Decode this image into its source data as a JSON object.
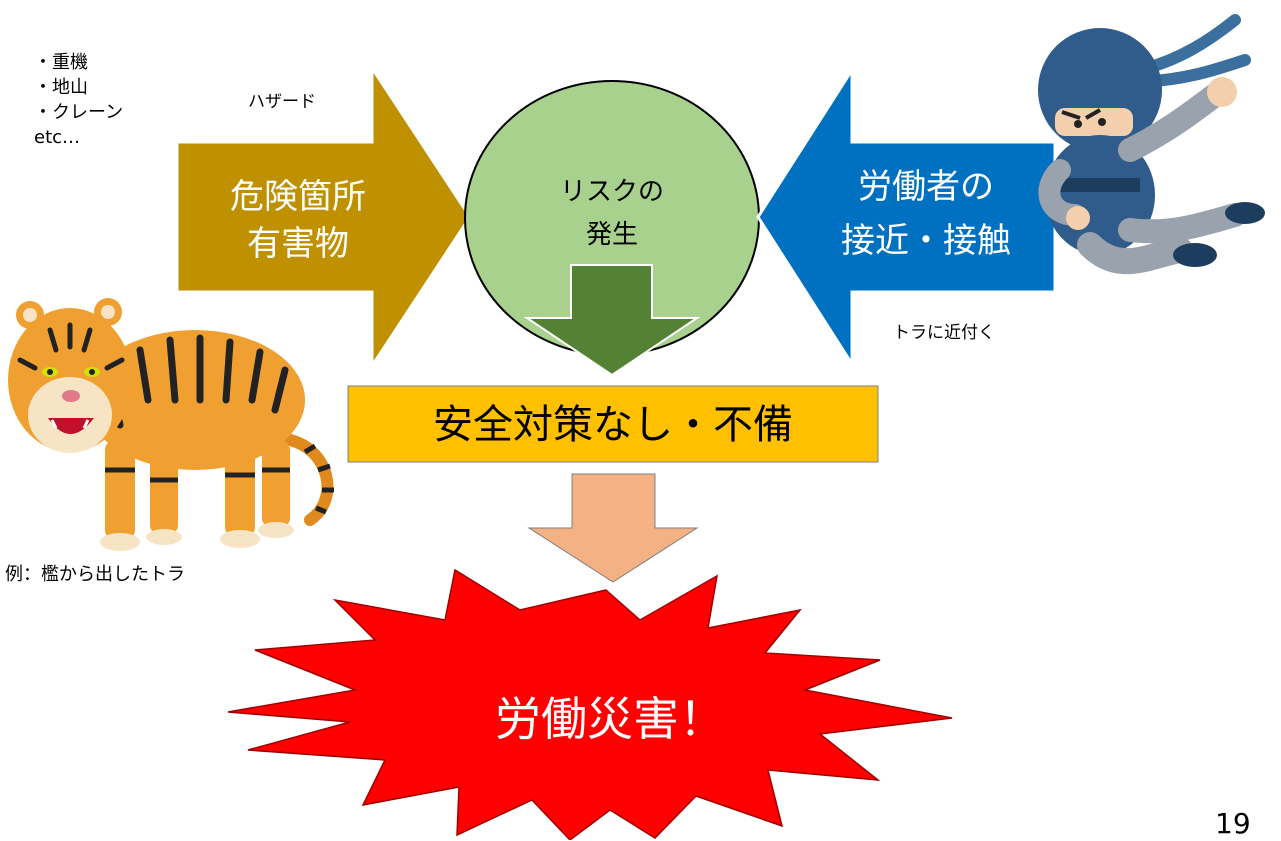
{
  "hazard_examples": [
    "・重機",
    "・地山",
    "・クレーン",
    "etc…"
  ],
  "hazard_note": "ハザード",
  "hazard_box": [
    "危険箇所",
    "有害物"
  ],
  "risk_circle": [
    "リスクの",
    "発生"
  ],
  "worker_box": [
    "労働者の",
    "接近・接触"
  ],
  "worker_note": "トラに近付く",
  "measures_box": "安全対策なし・不備",
  "example_caption": "例：檻から出したトラ",
  "accident_burst": "労働災害！",
  "page_number": "19",
  "colors": {
    "hazard_arrow": "#bf9000",
    "risk_circle": "#a9d18e",
    "down_arrow_green": "#548235",
    "worker_arrow": "#0070c0",
    "measures_box": "#ffc000",
    "down_arrow_peach": "#f4b183",
    "burst": "#ff0000"
  },
  "illustrations": [
    "tiger-illustration",
    "ninja-illustration"
  ]
}
